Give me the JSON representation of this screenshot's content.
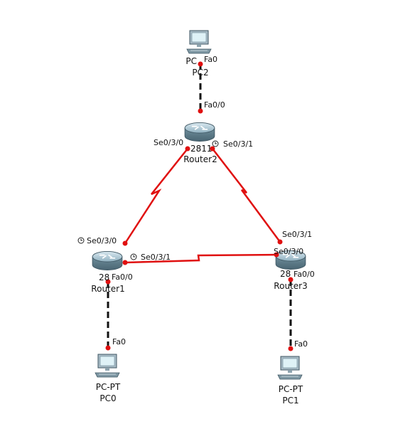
{
  "colors": {
    "serial_link": "#e01010",
    "ethernet_link": "#111111",
    "port_dot": "#e01010",
    "background": "#ffffff"
  },
  "devices": {
    "pc2": {
      "model": "PC",
      "name": "PC2",
      "icon": "pc-icon"
    },
    "router2": {
      "model": "2811",
      "name": "Router2",
      "icon": "router-icon"
    },
    "router1": {
      "model": "28",
      "name": "Router1",
      "icon": "router-icon"
    },
    "router3": {
      "model": "28",
      "name": "Router3",
      "icon": "router-icon"
    },
    "pc0": {
      "model": "PC-PT",
      "name": "PC0",
      "icon": "pc-icon"
    },
    "pc1": {
      "model": "PC-PT",
      "name": "PC1",
      "icon": "pc-icon"
    }
  },
  "ports": {
    "pc2_fa0": "Fa0",
    "router2_fa00": "Fa0/0",
    "router2_se030": "Se0/3/0",
    "router2_se031": "Se0/3/1",
    "router1_se030": "Se0/3/0",
    "router1_se031": "Se0/3/1",
    "router1_fa00": "Fa0/0",
    "router3_se031": "Se0/3/1",
    "router3_se030": "Se0/3/0",
    "router3_fa00": "Fa0/0",
    "pc0_fa0": "Fa0",
    "pc1_fa0": "Fa0"
  }
}
